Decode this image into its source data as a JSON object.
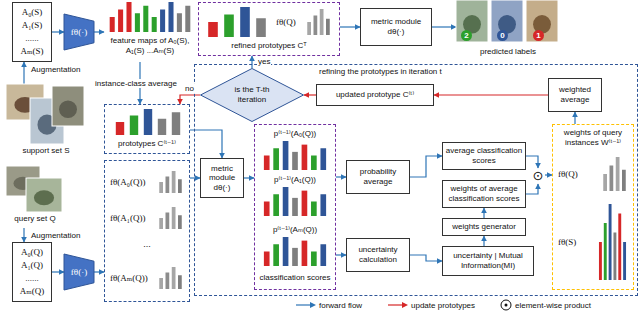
{
  "diagram": {
    "nodes": [
      {
        "text": [
          "A₀(S) A₁(S) ...... Aₘ(S)"
        ]
      },
      {
        "text": [
          "fθ(·)"
        ]
      },
      {
        "text": [
          "feature maps of A₀(S), A₁(S) ...Aₘ(S)"
        ]
      },
      {
        "text": [
          "support set S"
        ]
      },
      {
        "text": [
          "prototypes C⁽ᵗ⁻¹⁾"
        ]
      },
      {
        "text": [
          "query set Q"
        ]
      },
      {
        "text": [
          "A₀(Q) A₁(Q) ...... Aₘ(Q)"
        ]
      },
      {
        "text": [
          "fθ(·)"
        ]
      },
      {
        "text": [
          "..."
        ]
      },
      {
        "text": [
          "fθ(A₀(Q))"
        ],
        "in": 8
      },
      {
        "text": [
          "fθ(A₁(Q))"
        ],
        "in": 8
      },
      {
        "text": [
          "fθ(Aₘ(Q))"
        ],
        "in": 8
      },
      {
        "text": [
          "refined prototypes Cᵀ"
        ]
      },
      {
        "text": [
          "fθ(Q)"
        ],
        "in": 12
      },
      {
        "text": [
          "metric module dθ(·)"
        ]
      },
      {
        "text": [
          "predicted labels"
        ]
      },
      {
        "text": [
          "refining the prototypes in iteration t"
        ]
      },
      {
        "text": [
          "is the T-th iteration"
        ],
        "in": 16
      },
      {
        "text": [
          "updated prototype C⁽ᵗ⁾"
        ],
        "in": 16
      },
      {
        "text": [
          "weighted average"
        ],
        "in": 16
      },
      {
        "text": [
          "metric module dθ(·)"
        ],
        "in": 16
      },
      {
        "text": [
          "classification scores"
        ],
        "in": 16
      },
      {
        "text": [
          "p⁽ᵗ⁻¹⁾(A₀(Q))"
        ],
        "in": 21
      },
      {
        "text": [
          "p⁽ᵗ⁻¹⁾(A₁(Q))"
        ],
        "in": 21
      },
      {
        "text": [
          "p⁽ᵗ⁻¹⁾(Aₘ(Q))"
        ],
        "in": 21
      },
      {
        "text": [
          "probability average"
        ],
        "in": 16
      },
      {
        "text": [
          "average classification scores"
        ],
        "in": 16
      },
      {
        "text": [
          "weights of average classification scores"
        ],
        "in": 16
      },
      {
        "text": [
          "weights generator"
        ],
        "in": 16
      },
      {
        "text": [
          "uncertainty calculation"
        ],
        "in": 16
      },
      {
        "text": [
          "uncertainty | Mutual Information(MI)"
        ],
        "in": 16
      },
      {
        "text": [
          "weights of query instances W⁽ᵗ⁻¹⁾"
        ],
        "in": 16
      },
      {
        "text": [
          "fθ(Q)"
        ],
        "in": 31
      },
      {
        "text": [
          "fθ(S)"
        ],
        "in": 31
      },
      {
        "text": [
          "⊙"
        ],
        "in": 16
      }
    ],
    "edges": [
      {
        "from": 3,
        "to": 0,
        "arrow": "to",
        "label": "Augmentation"
      },
      {
        "from": 0,
        "to": 1,
        "arrow": "to"
      },
      {
        "from": 1,
        "to": 2,
        "arrow": "to"
      },
      {
        "from": 2,
        "to": 4,
        "arrow": "to",
        "label": "instance-class average"
      },
      {
        "from": 5,
        "to": 6,
        "arrow": "to",
        "label": "Augmentation"
      },
      {
        "from": 6,
        "to": 7,
        "arrow": "to"
      },
      {
        "from": 7,
        "to": 8,
        "arrow": "to"
      },
      {
        "from": 4,
        "to": 20,
        "arrow": "to"
      },
      {
        "from": 8,
        "to": 20,
        "arrow": "to"
      },
      {
        "from": 20,
        "to": 21,
        "arrow": "to"
      },
      {
        "from": 21,
        "to": 25,
        "arrow": "to"
      },
      {
        "from": 21,
        "to": 29,
        "arrow": "to"
      },
      {
        "from": 25,
        "to": 26,
        "arrow": "to"
      },
      {
        "from": 29,
        "to": 30,
        "arrow": "to"
      },
      {
        "from": 30,
        "to": 28,
        "arrow": "to"
      },
      {
        "from": 28,
        "to": 27,
        "arrow": "to"
      },
      {
        "from": 26,
        "to": 34,
        "arrow": "to"
      },
      {
        "from": 27,
        "to": 34,
        "arrow": "to"
      },
      {
        "from": 34,
        "to": 31,
        "arrow": "to"
      },
      {
        "from": 31,
        "to": 19,
        "arrow": "to"
      },
      {
        "from": 19,
        "to": 18,
        "arrow": "to"
      },
      {
        "from": 18,
        "to": 17,
        "arrow": "to"
      },
      {
        "from": 17,
        "to": 12,
        "arrow": "to",
        "label": "yes"
      },
      {
        "from": 17,
        "to": 4,
        "arrow": "to",
        "label": "no"
      },
      {
        "from": 12,
        "to": 14,
        "arrow": "to"
      },
      {
        "from": 14,
        "to": 15,
        "arrow": "to"
      }
    ],
    "labels": [
      "2",
      "0",
      "1"
    ],
    "legend": [
      {
        "text": "forward flow"
      },
      {
        "text": "update prototypes"
      },
      {
        "text": "element-wise product"
      }
    ]
  }
}
